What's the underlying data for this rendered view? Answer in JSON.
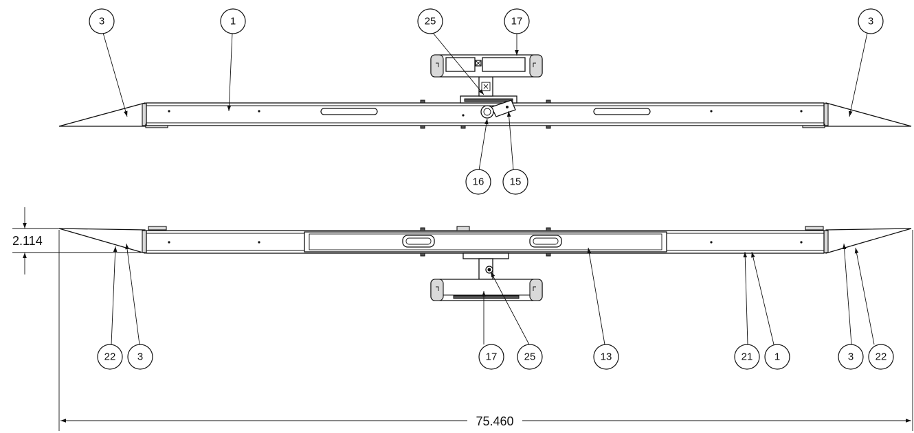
{
  "balloons": {
    "top_view": [
      "3",
      "1",
      "25",
      "17",
      "3",
      "16",
      "15"
    ],
    "bottom_view": [
      "22",
      "3",
      "17",
      "25",
      "13",
      "21",
      "1",
      "3",
      "22"
    ]
  },
  "dimensions": {
    "height": "2.114",
    "overall_length": "75.460"
  }
}
